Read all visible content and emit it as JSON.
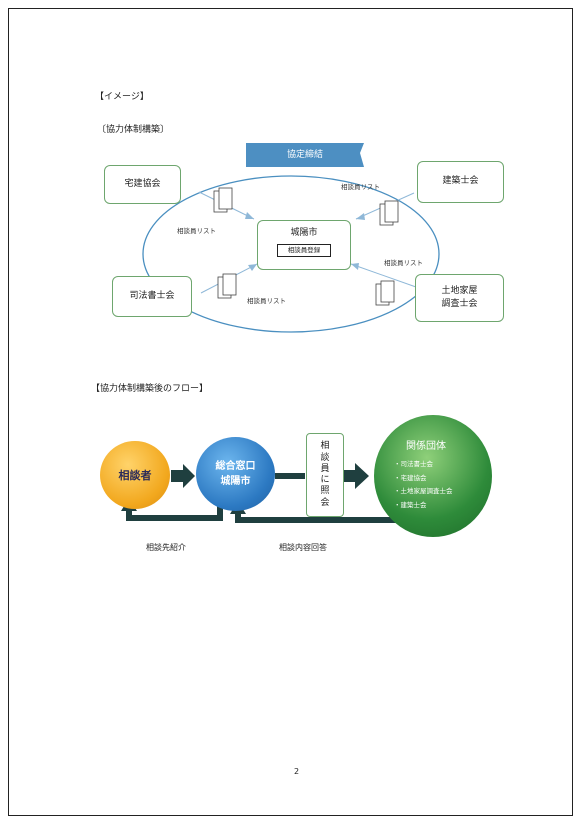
{
  "page": {
    "image_heading": "【イメージ】",
    "structure_heading": "〔協力体制構築〕",
    "flow_heading": "【協力体制構築後のフロー】",
    "page_number": "2"
  },
  "diagram": {
    "banner": "協定締結",
    "center_title": "城陽市",
    "center_inner": "相談員登録",
    "nodes": {
      "takken": "宅建協会",
      "kenchiku": "建築士会",
      "shiho": "司法書士会",
      "tochi_line1": "土地家屋",
      "tochi_line2": "調査士会"
    },
    "list_labels": {
      "top_left": "相談員リスト",
      "top_right": "相談員リスト",
      "bottom_left": "相談員リスト",
      "bottom_right": "相談員リスト"
    }
  },
  "flow": {
    "consultant": "相談者",
    "window_line1": "総合窓口",
    "window_line2": "城陽市",
    "inquiry_chars": [
      "相",
      "談",
      "員",
      "に",
      "照",
      "会"
    ],
    "related_title": "関係団体",
    "related_items": [
      "・司法書士会",
      "・宅建協会",
      "・土地家屋調査士会",
      "・建築士会"
    ],
    "label_intro": "相談先紹介",
    "label_answer": "相談内容回答"
  },
  "colors": {
    "banner": "#4d8fc2",
    "ellipse": "#4a8fc0",
    "consultant": "#f2a81e",
    "window": "#2c79c2",
    "related": "#2e8b3a",
    "arrow_dark": "#1f3f3f"
  }
}
